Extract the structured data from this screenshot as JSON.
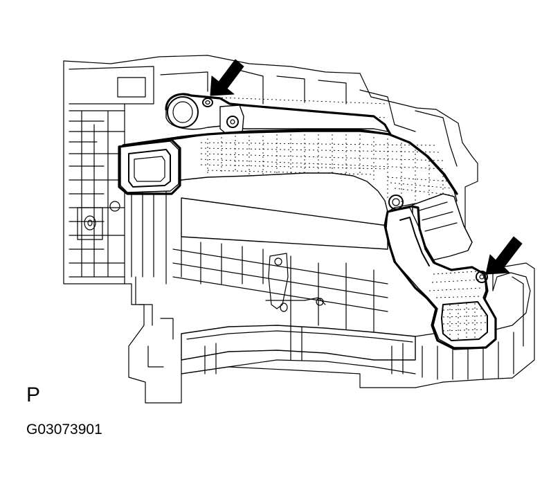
{
  "figure": {
    "view_letter": "P",
    "code": "G03073901"
  },
  "colors": {
    "line": "#000000",
    "background": "#ffffff"
  },
  "callouts": [
    {
      "icon": "arrow-icon",
      "points_to": "bolt"
    },
    {
      "icon": "arrow-icon",
      "points_to": "bolt"
    }
  ]
}
